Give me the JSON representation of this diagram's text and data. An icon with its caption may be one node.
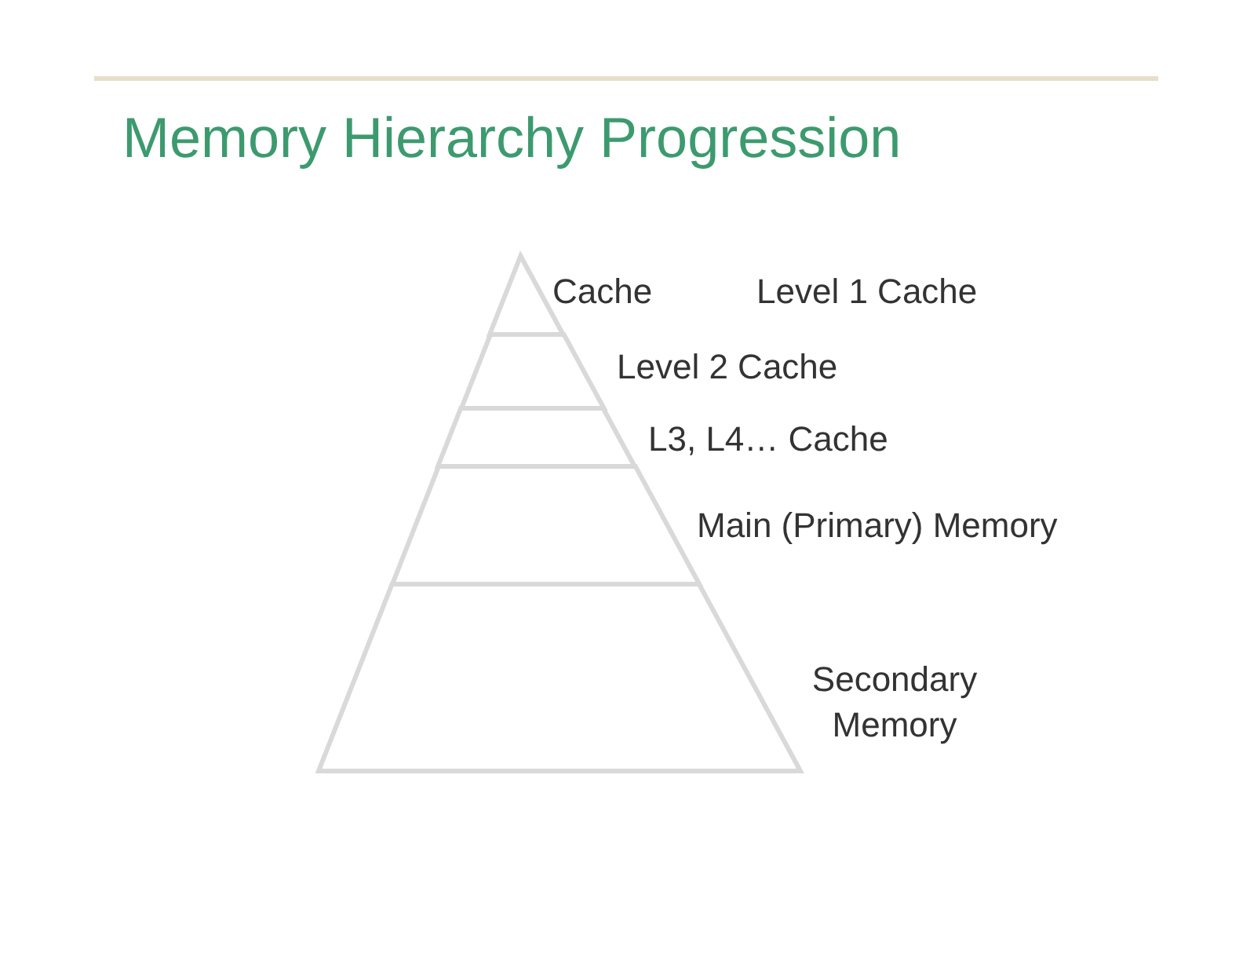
{
  "diagram": {
    "title": "Memory Hierarchy Progression",
    "nodes": [
      {
        "text": [],
        "shape": "triangle",
        "beside": [
          "Cache",
          "Level 1 Cache"
        ]
      },
      {
        "text": [],
        "shape": "trapezoid",
        "beside": [
          "Level 2 Cache"
        ]
      },
      {
        "text": [],
        "shape": "trapezoid",
        "beside": [
          "L3, L4… Cache"
        ]
      },
      {
        "text": [],
        "shape": "trapezoid",
        "beside": [
          "Main (Primary) Memory"
        ]
      },
      {
        "text": [],
        "shape": "trapezoid",
        "beside": [
          "Secondary Memory"
        ]
      }
    ]
  }
}
